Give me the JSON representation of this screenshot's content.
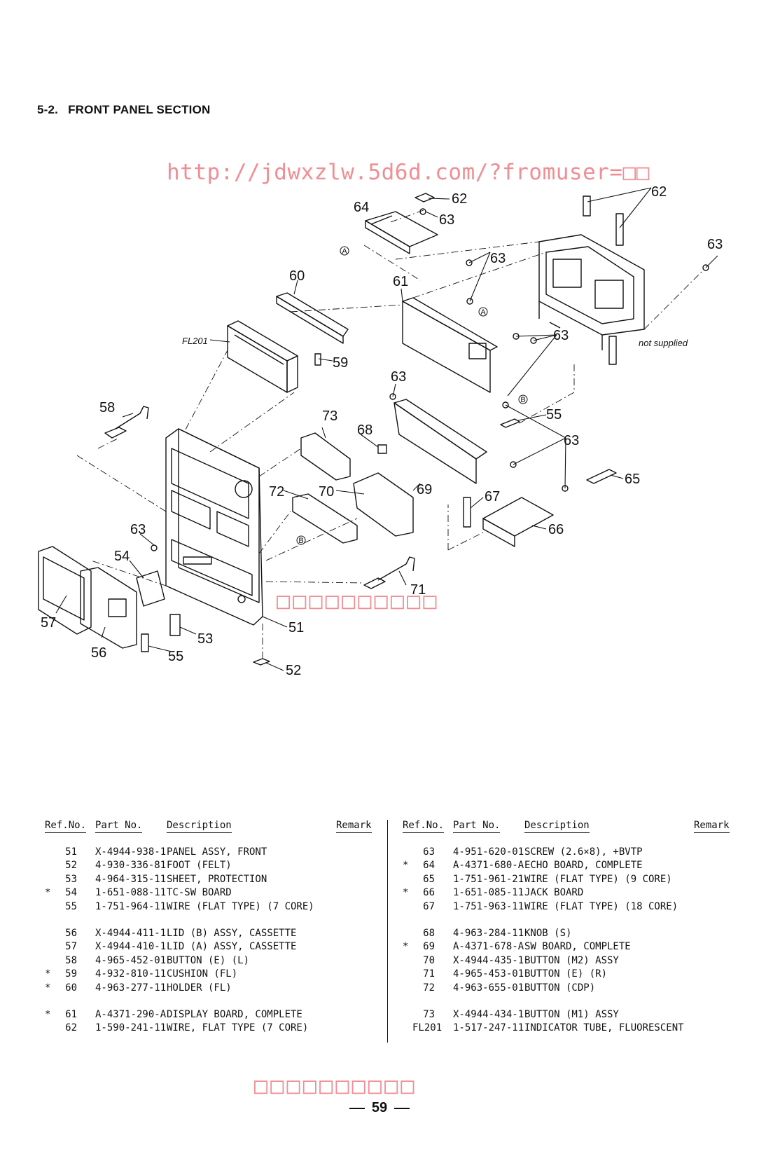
{
  "section": {
    "number": "5-2.",
    "title": "FRONT PANEL SECTION"
  },
  "watermarks": {
    "url": "http://jdwxzlw.5d6d.com/?fromuser=□□",
    "middle": "□□□□□□□□□□",
    "bottom": "□□□□□□□□□□"
  },
  "diagram": {
    "labels": [
      "64",
      "62",
      "63",
      "62",
      "63",
      "63",
      "60",
      "61",
      "FL201",
      "59",
      "63",
      "63",
      "58",
      "73",
      "68",
      "55",
      "63",
      "65",
      "72",
      "70",
      "69",
      "67",
      "66",
      "63",
      "54",
      "71",
      "57",
      "56",
      "55",
      "53",
      "51",
      "52"
    ],
    "marks": [
      "A",
      "A",
      "B",
      "B"
    ],
    "note": "not supplied"
  },
  "table": {
    "headers": {
      "ref": "Ref.No.",
      "part": "Part No.",
      "desc": "Description",
      "remark": "Remark"
    },
    "left": [
      {
        "mark": "",
        "ref": "51",
        "part": "X-4944-938-1",
        "desc": "PANEL ASSY, FRONT"
      },
      {
        "mark": "",
        "ref": "52",
        "part": "4-930-336-81",
        "desc": "FOOT (FELT)"
      },
      {
        "mark": "",
        "ref": "53",
        "part": "4-964-315-11",
        "desc": "SHEET, PROTECTION"
      },
      {
        "mark": "*",
        "ref": "54",
        "part": "1-651-088-11",
        "desc": "TC-SW BOARD"
      },
      {
        "mark": "",
        "ref": "55",
        "part": "1-751-964-11",
        "desc": "WIRE (FLAT TYPE) (7 CORE)"
      },
      {
        "mark": "",
        "ref": "56",
        "part": "X-4944-411-1",
        "desc": "LID (B) ASSY, CASSETTE"
      },
      {
        "mark": "",
        "ref": "57",
        "part": "X-4944-410-1",
        "desc": "LID (A) ASSY, CASSETTE"
      },
      {
        "mark": "",
        "ref": "58",
        "part": "4-965-452-01",
        "desc": "BUTTON (E) (L)"
      },
      {
        "mark": "*",
        "ref": "59",
        "part": "4-932-810-11",
        "desc": "CUSHION (FL)"
      },
      {
        "mark": "*",
        "ref": "60",
        "part": "4-963-277-11",
        "desc": "HOLDER (FL)"
      },
      {
        "mark": "*",
        "ref": "61",
        "part": "A-4371-290-A",
        "desc": "DISPLAY BOARD, COMPLETE"
      },
      {
        "mark": "",
        "ref": "62",
        "part": "1-590-241-11",
        "desc": "WIRE, FLAT TYPE (7 CORE)"
      }
    ],
    "right": [
      {
        "mark": "",
        "ref": "63",
        "part": "4-951-620-01",
        "desc": "SCREW (2.6×8), +BVTP"
      },
      {
        "mark": "*",
        "ref": "64",
        "part": "A-4371-680-A",
        "desc": "ECHO BOARD, COMPLETE"
      },
      {
        "mark": "",
        "ref": "65",
        "part": "1-751-961-21",
        "desc": "WIRE (FLAT TYPE) (9 CORE)"
      },
      {
        "mark": "*",
        "ref": "66",
        "part": "1-651-085-11",
        "desc": "JACK BOARD"
      },
      {
        "mark": "",
        "ref": "67",
        "part": "1-751-963-11",
        "desc": "WIRE (FLAT TYPE) (18 CORE)"
      },
      {
        "mark": "",
        "ref": "68",
        "part": "4-963-284-11",
        "desc": "KNOB (S)"
      },
      {
        "mark": "*",
        "ref": "69",
        "part": "A-4371-678-A",
        "desc": "SW BOARD, COMPLETE"
      },
      {
        "mark": "",
        "ref": "70",
        "part": "X-4944-435-1",
        "desc": "BUTTON (M2) ASSY"
      },
      {
        "mark": "",
        "ref": "71",
        "part": "4-965-453-01",
        "desc": "BUTTON (E) (R)"
      },
      {
        "mark": "",
        "ref": "72",
        "part": "4-963-655-01",
        "desc": "BUTTON (CDP)"
      },
      {
        "mark": "",
        "ref": "73",
        "part": "X-4944-434-1",
        "desc": "BUTTON (M1) ASSY"
      },
      {
        "mark": "",
        "ref": "FL201",
        "part": "1-517-247-11",
        "desc": "INDICATOR TUBE, FLUORESCENT"
      }
    ]
  },
  "page_number": "59"
}
